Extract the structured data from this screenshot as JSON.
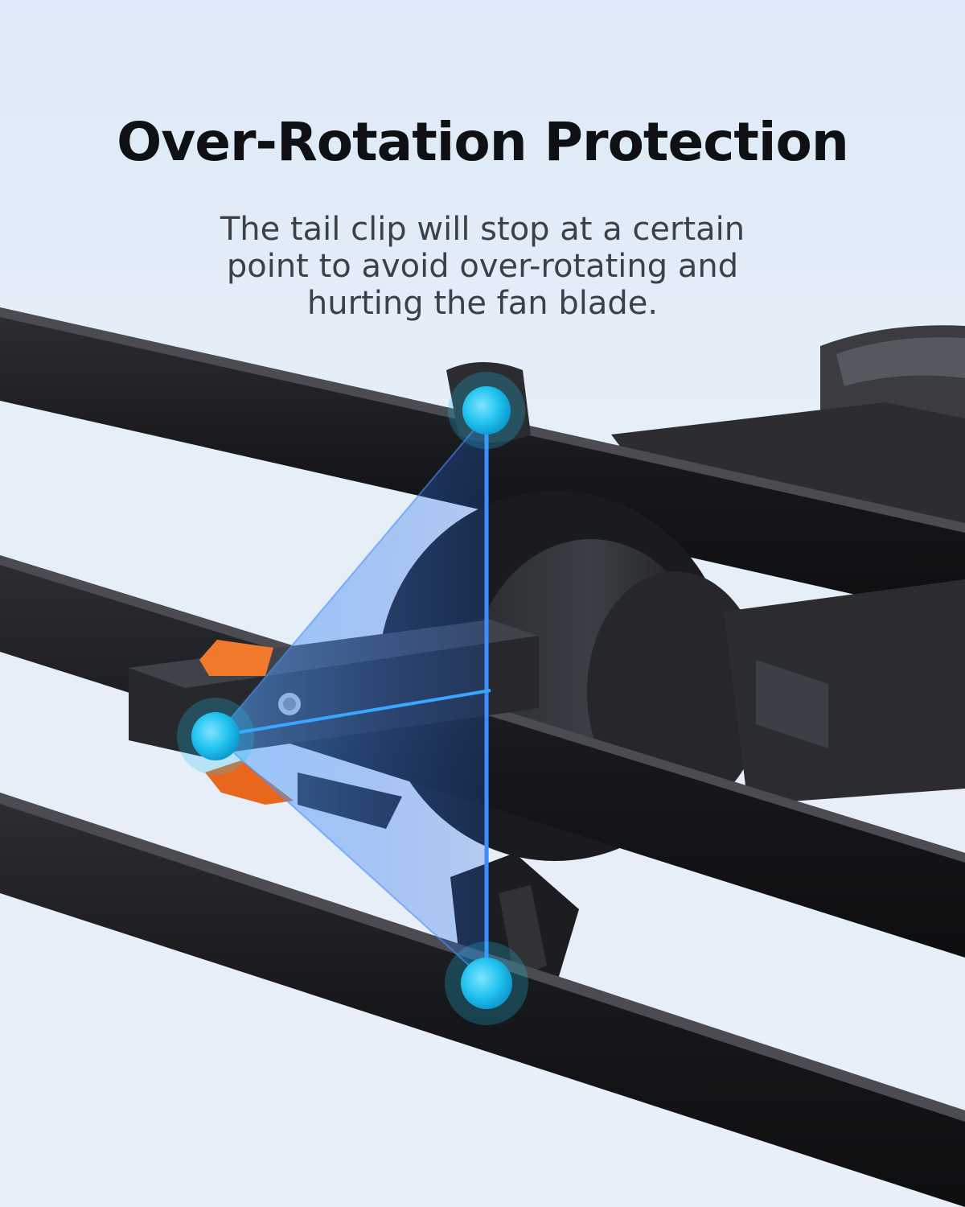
{
  "header": {
    "title": "Over-Rotation Protection",
    "description": "The tail clip will stop at a certain point to avoid over-rotating and hurting the fan blade."
  },
  "illustration": {
    "subject": "fan blade clip mount with tail clip between ceiling fan blades",
    "markers": [
      "top-stop-point",
      "pivot-point",
      "bottom-stop-point"
    ],
    "colors": {
      "metal": "#1b1c1f",
      "metal_highlight": "#3a3c41",
      "accent_orange": "#f07a2a",
      "marker_cyan": "#22c4f0",
      "cone_blue": "#2f6fe0"
    }
  }
}
